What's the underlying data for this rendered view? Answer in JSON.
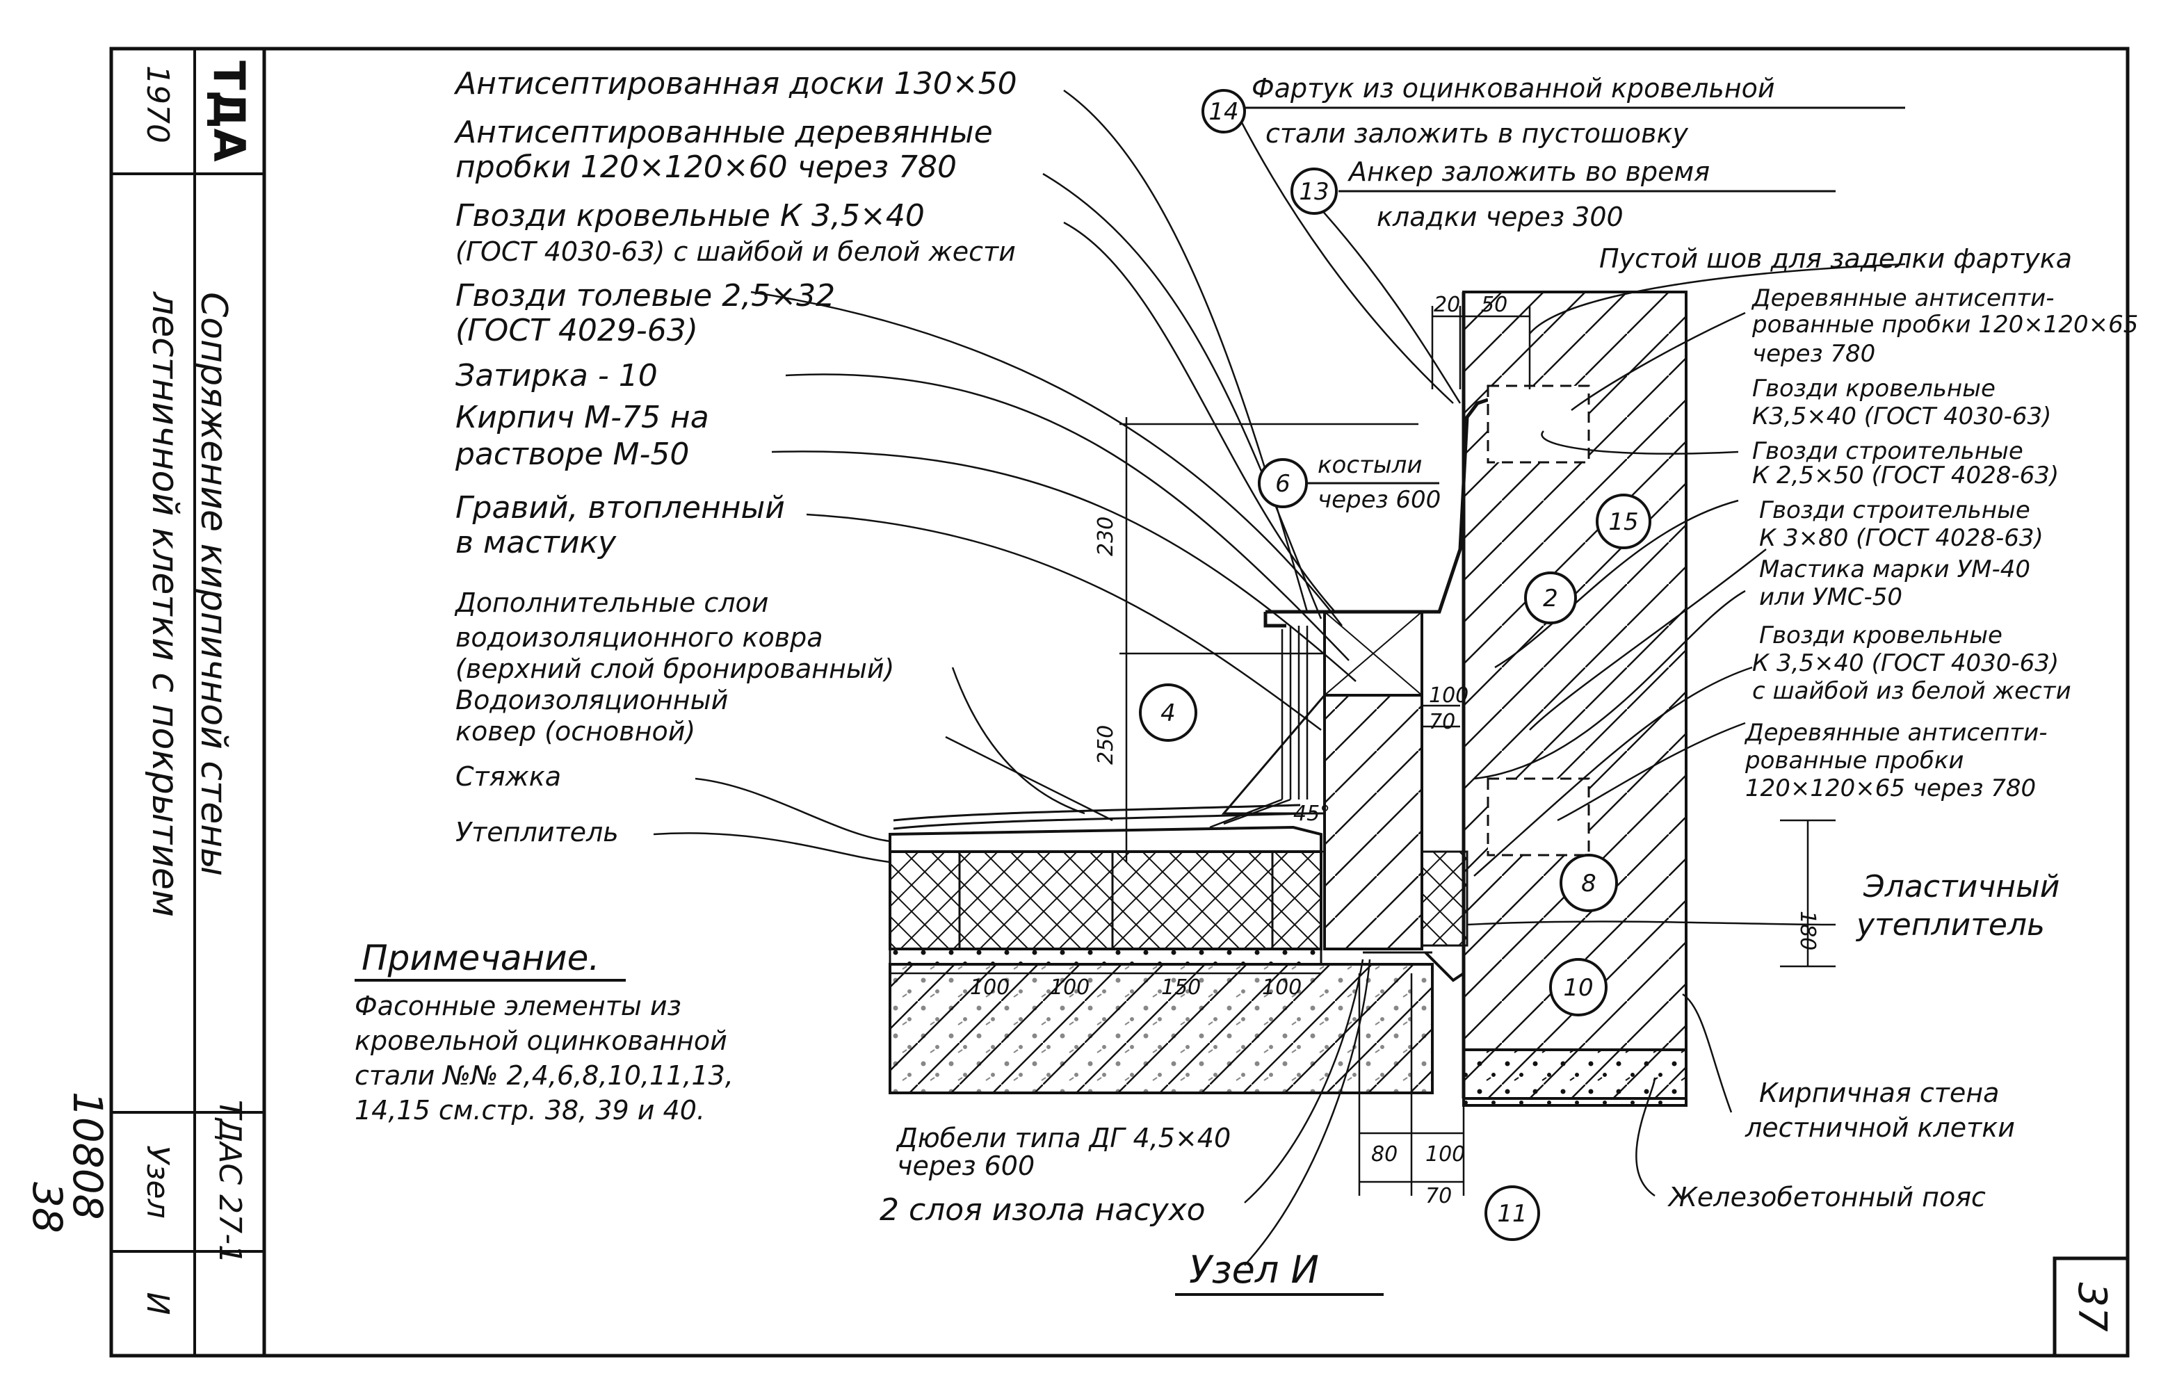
{
  "stamp": {
    "year": "1970",
    "org": "ТДА",
    "title_line1": "Сопряжение кирпичной стены",
    "title_line2": "лестничной клетки с покрытием",
    "series": "ТДАС 27-1",
    "node_word": "Узел",
    "node_letter": "И",
    "archive_no": "10808",
    "archive_sheet": "38",
    "page": "37"
  },
  "diagram_title": "Узел И",
  "left_labels": [
    "Антисептированная доски 130×50",
    "Антисептированные деревянные",
    "пробки 120×120×60 через 780",
    "Гвозди кровельные К 3,5×40",
    "(ГОСТ 4030-63) с шайбой и белой жести",
    "Гвозди толевые 2,5×32",
    "(ГОСТ 4029-63)",
    "Затирка - 10",
    "Кирпич М-75 на",
    "растворе М-50",
    "Гравий, втопленный",
    "в мастику",
    "Дополнительные слои",
    "водоизоляционного ковра",
    "(верхний слой бронированный)",
    "Водоизоляционный",
    "ковер (основной)",
    "Стяжка",
    "Утеплитель"
  ],
  "top_labels": {
    "item14_line1": "Фартук из оцинкованной кровельной",
    "item14_line2": "стали заложить в пустошовку",
    "item13_line1": "Анкер заложить во время",
    "item13_line2": "кладки через 300",
    "crutch_line1": "костыли",
    "crutch_line2": "через 600"
  },
  "right_labels": [
    "Пустой шов для заделки фартука",
    "Деревянные антисепти-",
    "рованные пробки 120×120×65",
    "через 780",
    "Гвозди кровельные",
    "К3,5×40 (ГОСТ 4030-63)",
    "Гвозди строительные",
    "К 2,5×50 (ГОСТ 4028-63)",
    "Гвозди строительные",
    "К 3×80 (ГОСТ 4028-63)",
    "Мастика марки УМ-40",
    "или УМС-50",
    "Гвозди кровельные",
    "К 3,5×40 (ГОСТ 4030-63)",
    "с шайбой из белой жести",
    "Деревянные антисепти-",
    "рованные пробки",
    "120×120×65 через 780",
    "Эластичный",
    "утеплитель",
    "Кирпичная стена",
    "лестничной клетки",
    "Железобетонный пояс"
  ],
  "bottom_labels": [
    "Дюбели типа ДГ 4,5×40",
    "через 600",
    "2 слоя изола насухо"
  ],
  "note": {
    "heading": "Примечание.",
    "line1": "Фасонные элементы из",
    "line2": "кровельной оцинкованной",
    "line3": "стали №№ 2,4,6,8,10,11,13,",
    "line4": "14,15 см.стр. 38, 39 и 40."
  },
  "callouts": [
    "14",
    "13",
    "6",
    "15",
    "2",
    "4",
    "8",
    "10",
    "11"
  ],
  "dimensions": {
    "top_gap": "20",
    "top_width": "50",
    "h_upper": "230",
    "h_lower": "250",
    "angle": "45°",
    "d100": "100",
    "d70": "70",
    "right_h": "180",
    "b1": "100",
    "b2": "100",
    "b3": "150",
    "b4": "100",
    "b80": "80",
    "b100": "100",
    "b70": "70"
  }
}
